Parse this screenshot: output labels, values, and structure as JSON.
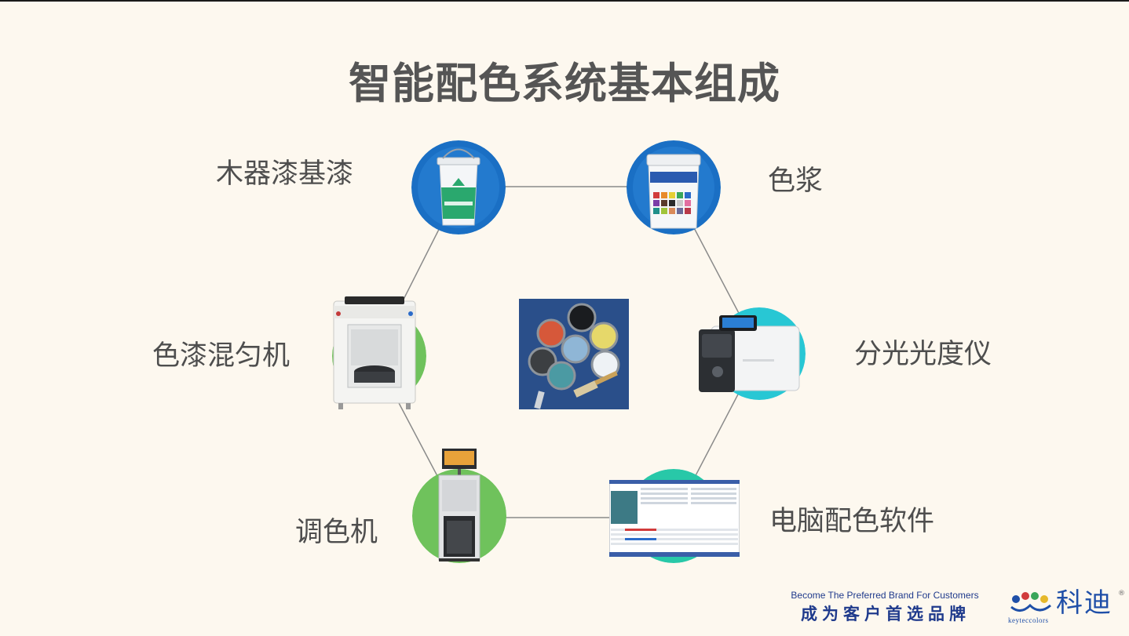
{
  "slide": {
    "title": "智能配色系统基本组成",
    "colors": {
      "background": "#fdf8ef",
      "title": "#555555",
      "label": "#4e4e4e",
      "brand": "#1f3a8c"
    }
  },
  "diagram": {
    "nodes": [
      {
        "id": "base-paint",
        "label": "木器漆基漆",
        "icon": "paint-bucket-icon",
        "accent": "#1a6fc4"
      },
      {
        "id": "colorant",
        "label": "色浆",
        "icon": "colorant-tub-icon",
        "accent": "#1a6fc4"
      },
      {
        "id": "spectro",
        "label": "分光光度仪",
        "icon": "spectrophotometer-icon",
        "accent": "#28c7d4"
      },
      {
        "id": "software",
        "label": "电脑配色软件",
        "icon": "software-screen-icon",
        "accent": "#28c8a8"
      },
      {
        "id": "tinting",
        "label": "调色机",
        "icon": "tinting-machine-icon",
        "accent": "#6fc25c"
      },
      {
        "id": "mixer",
        "label": "色漆混匀机",
        "icon": "paint-mixer-icon",
        "accent": "#6fc25c"
      }
    ],
    "center_image": "paint-cans-photo-icon"
  },
  "footer": {
    "tagline_en": "Become The Preferred Brand For Customers",
    "tagline_cn": "成为客户首选品牌",
    "logo_cn": "科迪",
    "logo_en": "keyteccolors",
    "logo_reg": "®",
    "logo_icon": "keyteccolors-logo-icon"
  }
}
